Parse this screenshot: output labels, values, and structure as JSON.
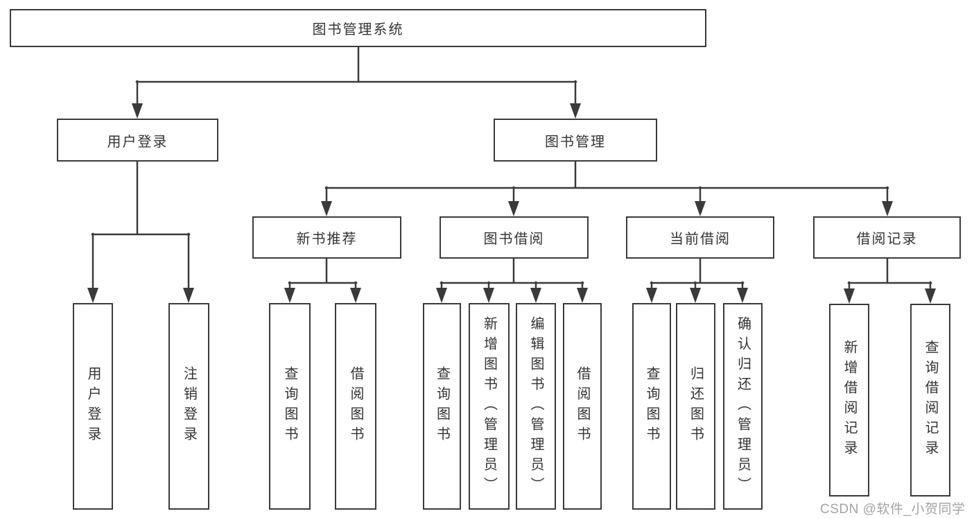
{
  "diagram": {
    "root": {
      "label": "图书管理系统"
    },
    "level2": [
      {
        "label": "用户登录"
      },
      {
        "label": "图书管理"
      }
    ],
    "level3": [
      {
        "label": "新书推荐"
      },
      {
        "label": "图书借阅"
      },
      {
        "label": "当前借阅"
      },
      {
        "label": "借阅记录"
      }
    ],
    "leaves": [
      {
        "label": "用户登录"
      },
      {
        "label": "注销登录"
      },
      {
        "label": "查询图书"
      },
      {
        "label": "借阅图书"
      },
      {
        "label": "查询图书"
      },
      {
        "label": "新增图书（管理员）"
      },
      {
        "label": "编辑图书（管理员）"
      },
      {
        "label": "借阅图书"
      },
      {
        "label": "查询图书"
      },
      {
        "label": "归还图书"
      },
      {
        "label": "确认归还（管理员）"
      },
      {
        "label": "新增借阅记录"
      },
      {
        "label": "查询借阅记录"
      }
    ]
  },
  "watermark": {
    "text": "CSDN @软件_小贺同学"
  },
  "colors": {
    "line": "#3a3a3a",
    "text": "#333333",
    "watermark": "#a3a3a3",
    "background": "#ffffff"
  }
}
